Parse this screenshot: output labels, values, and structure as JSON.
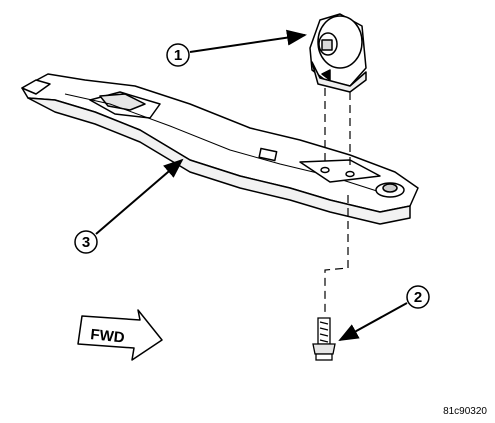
{
  "callouts": [
    {
      "number": "1"
    },
    {
      "number": "2"
    },
    {
      "number": "3"
    }
  ],
  "direction_label": "FWD",
  "figure_code": "81c90320"
}
